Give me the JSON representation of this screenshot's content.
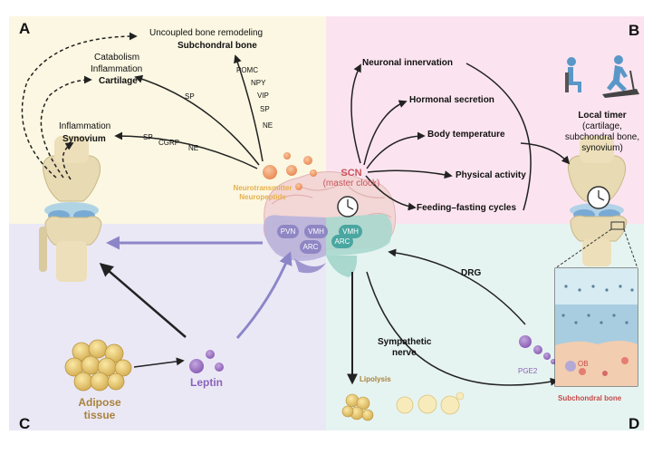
{
  "panels": {
    "a": "A",
    "b": "B",
    "c": "C",
    "d": "D"
  },
  "quadrant_a": {
    "subchondral_line1": "Uncoupled bone remodeling",
    "subchondral_title": "Subchondral bone",
    "cartilage_line1": "Catabolism",
    "cartilage_line2": "Inflammation",
    "cartilage_title": "Cartilage",
    "synovium_line1": "Inflammation",
    "synovium_title": "Synovium",
    "mediators_bone": [
      "POMC",
      "NPY",
      "VIP",
      "SP",
      "NE"
    ],
    "mediator_cartilage": "SP",
    "mediators_synovium": [
      "SP",
      "CGRP",
      "NE"
    ],
    "neurotransmitter": "Neurotransmitter",
    "neuropeptide": "Neuropeptide"
  },
  "brain": {
    "scn_title": "SCN",
    "scn_subtitle": "(master clock)",
    "nuclei": [
      "PVN",
      "VMH",
      "ARC",
      "VMH",
      "ARC"
    ]
  },
  "quadrant_b": {
    "outputs": [
      "Neuronal innervation",
      "Hormonal secretion",
      "Body temperature",
      "Physical activity",
      "Feeding–fasting cycles"
    ],
    "local_timer_title": "Local timer",
    "local_timer_detail": [
      "(cartilage,",
      "subchondral bone,",
      "synovium)"
    ]
  },
  "quadrant_c": {
    "adipose_line1": "Adipose",
    "adipose_line2": "tissue",
    "leptin": "Leptin"
  },
  "quadrant_d": {
    "drg": "DRG",
    "sympathetic_line1": "Sympathetic",
    "sympathetic_line2": "nerve",
    "lipolysis": "Lipolysis",
    "pge2": "PGE2",
    "ob": "OB",
    "subchondral_bone": "Subchondral bone"
  },
  "colors": {
    "neuro_orange": "#e8b04a",
    "scn_red": "#c8545a",
    "leptin_purple": "#8a63b8",
    "adipose_brown": "#a8823c",
    "nucleus_purple": "#8f86c4",
    "nucleus_teal": "#4aa6a0"
  }
}
